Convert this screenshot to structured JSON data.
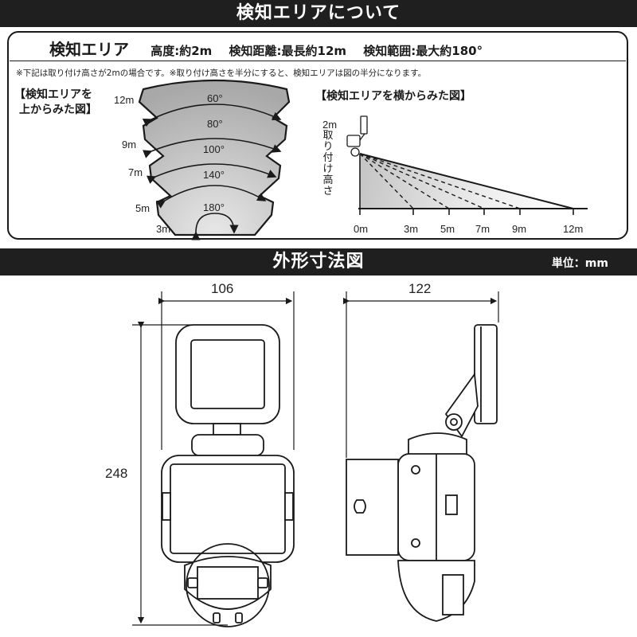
{
  "section1": {
    "title": "検知エリアについて",
    "heading": "検知エリア",
    "specs": [
      "高度:約2m",
      "検知距離:最長約12m",
      "検知範囲:最大約180°"
    ],
    "note": "※下記は取り付け高さが2mの場合です。※取り付け高さを半分にすると、検知エリアは図の半分になります。"
  },
  "top_view": {
    "label_line1": "【検知エリアを",
    "label_line2": "上からみた図】",
    "distances": [
      "12m",
      "9m",
      "7m",
      "5m",
      "3m"
    ],
    "angles": [
      "60°",
      "80°",
      "100°",
      "140°",
      "180°"
    ]
  },
  "side_view": {
    "label": "【検知エリアを横からみた図】",
    "height_label": "2m",
    "vertical_label": "取り付け高さ",
    "ticks": [
      "0m",
      "3m",
      "5m",
      "7m",
      "9m",
      "12m"
    ]
  },
  "section2": {
    "title": "外形寸法図",
    "unit": "単位：mm"
  },
  "dimensions": {
    "width": "106",
    "depth": "122",
    "height": "248"
  }
}
